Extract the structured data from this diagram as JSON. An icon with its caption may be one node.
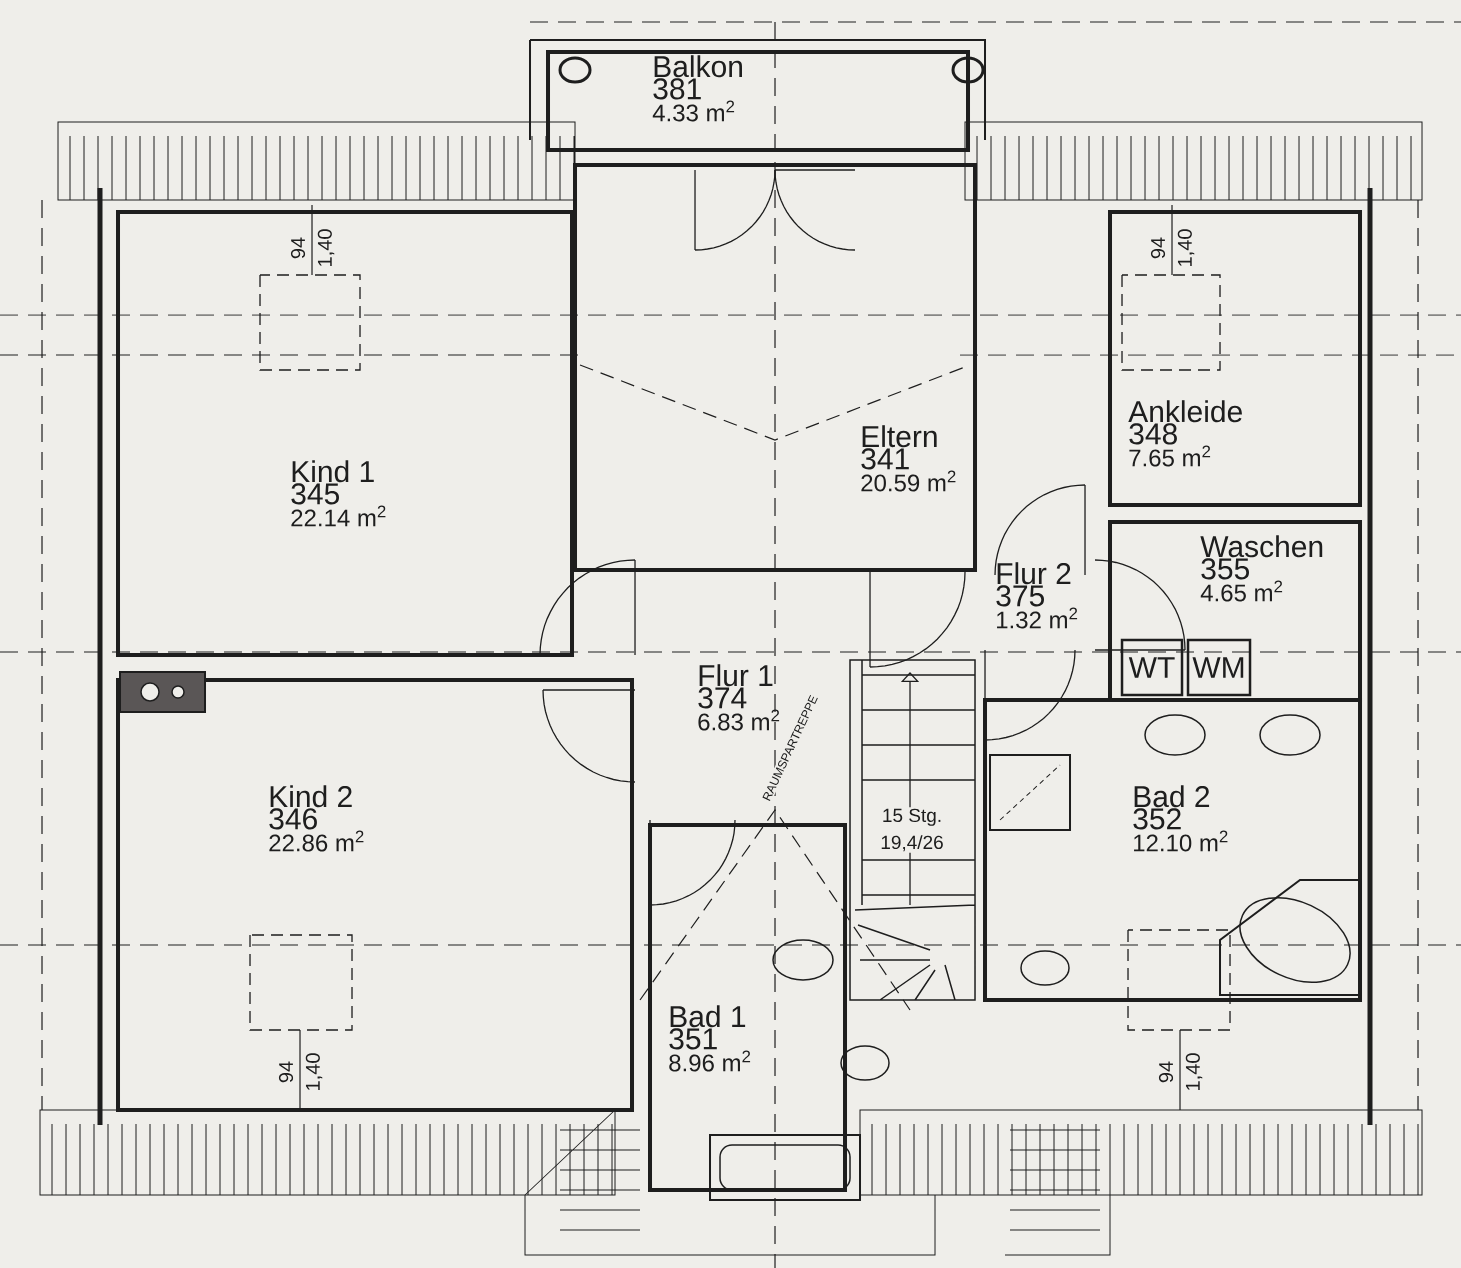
{
  "diagram": {
    "nodes": [
      {
        "text": [
          "Balkon",
          "381",
          "4.33 m$^{2}$"
        ]
      },
      {
        "text": [
          "Kind 1",
          "345",
          "22.14 m$^{2}$"
        ]
      },
      {
        "text": [
          "Eltern",
          "341",
          "20.59 m$^{2}$"
        ]
      },
      {
        "text": [
          "Ankleide",
          "348",
          "7.65 m$^{2}$"
        ]
      },
      {
        "text": [
          "Waschen",
          "355",
          "4.65 m$^{2}$"
        ]
      },
      {
        "text": [
          "WT"
        ],
        "in": 4
      },
      {
        "text": [
          "WM"
        ],
        "in": 4
      },
      {
        "text": [
          "Flur 2",
          "375",
          "1.32 m$^{2}$"
        ]
      },
      {
        "text": [
          "Flur 1",
          "374",
          "6.83 m$^{2}$"
        ]
      },
      {
        "text": [
          "Kind 2",
          "346",
          "22.86 m$^{2}$"
        ]
      },
      {
        "text": [
          "Bad 2",
          "352",
          "12.10 m$^{2}$"
        ]
      },
      {
        "text": [
          "Bad 1",
          "351",
          "8.96 m$^{2}$"
        ]
      },
      {
        "text": [
          "15 Stg.",
          "19,4/26"
        ]
      }
    ],
    "labels": [
      "94",
      "1,40",
      "94",
      "1,40",
      "94",
      "1,40",
      "94",
      "1,40",
      "RAUMSPARTREPPE"
    ]
  }
}
